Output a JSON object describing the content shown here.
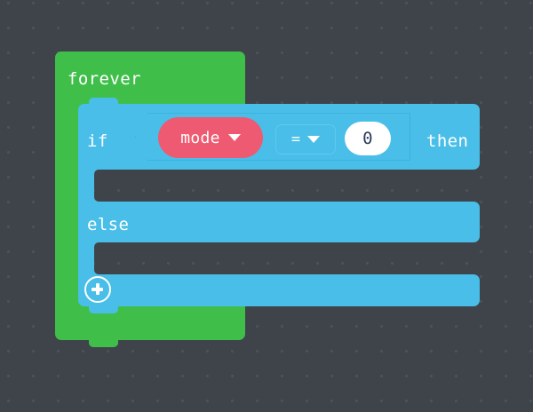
{
  "editor": {
    "background_color": "#3f444b",
    "grid_dot_color": "#4c525a"
  },
  "blocks": {
    "forever": {
      "label": "forever",
      "color": "#3fbf4a",
      "text_color": "#ffffff"
    },
    "if_else": {
      "if_label": "if",
      "then_label": "then",
      "else_label": "else",
      "color": "#49bee8",
      "text_color": "#ffffff",
      "add_clause_icon": "plus-circle-icon",
      "empty_slot_count": 2
    },
    "condition": {
      "variable": {
        "name": "mode",
        "color": "#ee5a71",
        "dropdown_icon": "chevron-down-icon"
      },
      "operator": {
        "value": "=",
        "options": [
          "=",
          "≠",
          "<",
          "≤",
          ">",
          "≥"
        ],
        "dropdown_icon": "chevron-down-icon"
      },
      "operand": {
        "value": "0",
        "placeholder": "0",
        "field_color": "#ffffff",
        "text_color": "#2f3b5e"
      }
    }
  }
}
